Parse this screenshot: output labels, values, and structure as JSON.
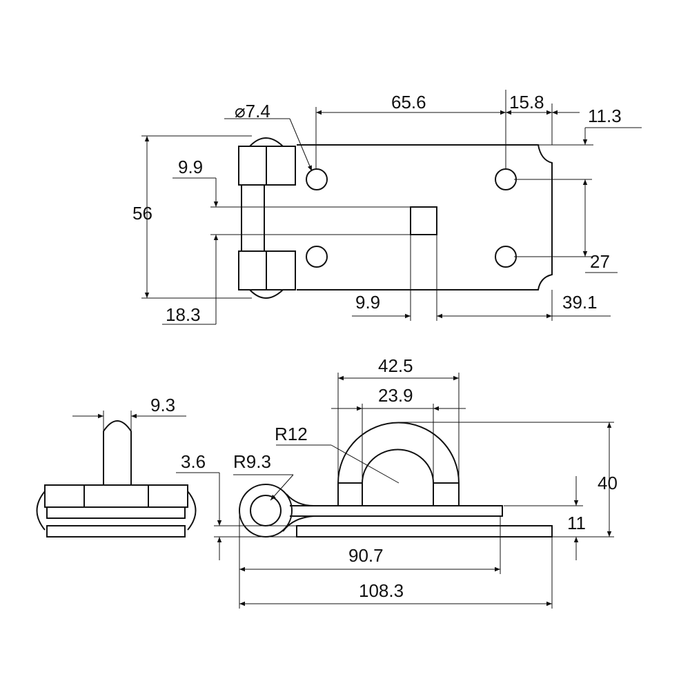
{
  "colors": {
    "line": "#111111",
    "background": "#ffffff"
  },
  "top_view": {
    "hole_diameter": "⌀7.4",
    "hole_spacing_x": "65.6",
    "hole_to_notch": "15.8",
    "notch_depth": "11.3",
    "slot_offset": "9.9",
    "overall_height": "56",
    "hole_spacing_y": "27",
    "knuckle_height": "18.3",
    "square_width": "9.9",
    "square_to_end": "39.1"
  },
  "side_view": {
    "loop_outer": "42.5",
    "loop_inner": "23.9",
    "loop_radius": "R12",
    "plate_thickness": "3.6",
    "knuckle_radius": "R9.3",
    "loop_height": "40",
    "step_height": "11",
    "upper_length": "90.7",
    "overall_length": "108.3"
  },
  "end_view": {
    "stud_width": "9.3"
  }
}
